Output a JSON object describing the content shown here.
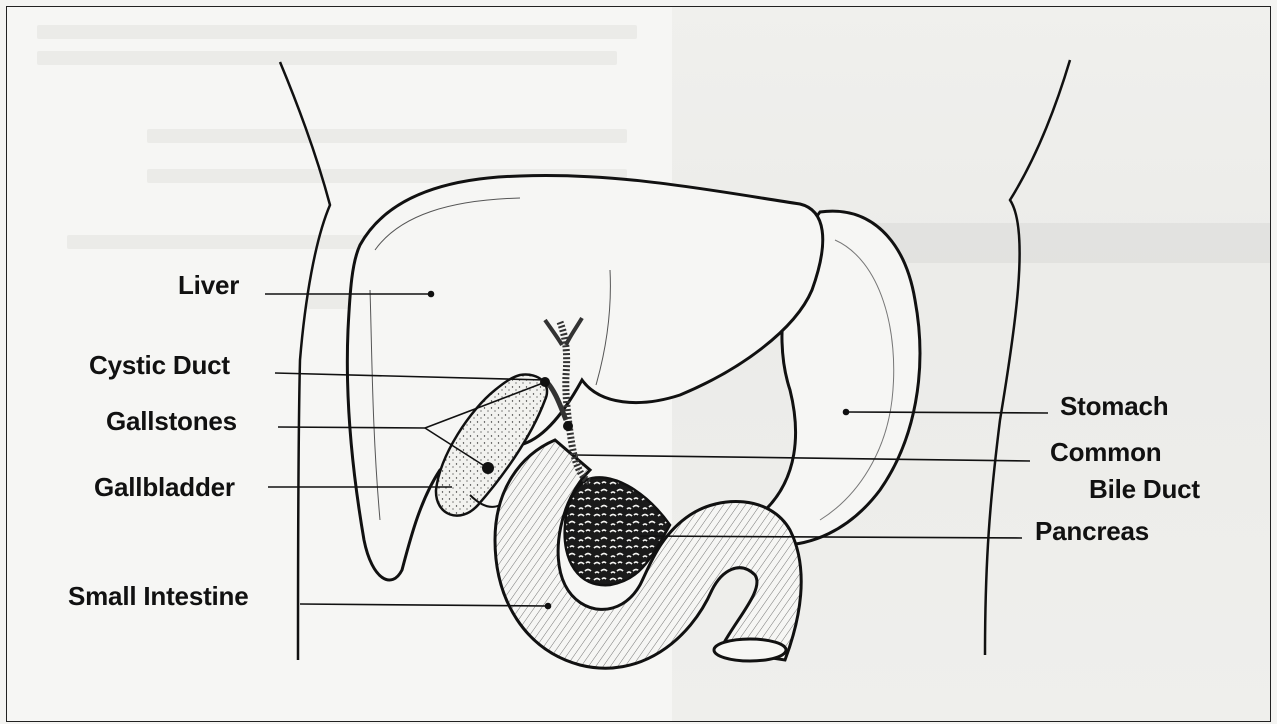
{
  "labels": {
    "liver": "Liver",
    "cystic_duct": "Cystic Duct",
    "gallstones": "Gallstones",
    "gallbladder": "Gallbladder",
    "small_intestine": "Small Intestine",
    "stomach": "Stomach",
    "common_bile_duct_line1": "Common",
    "common_bile_duct_line2": "Bile Duct",
    "pancreas": "Pancreas"
  },
  "colors": {
    "ink": "#111111",
    "background": "#f6f6f4"
  }
}
